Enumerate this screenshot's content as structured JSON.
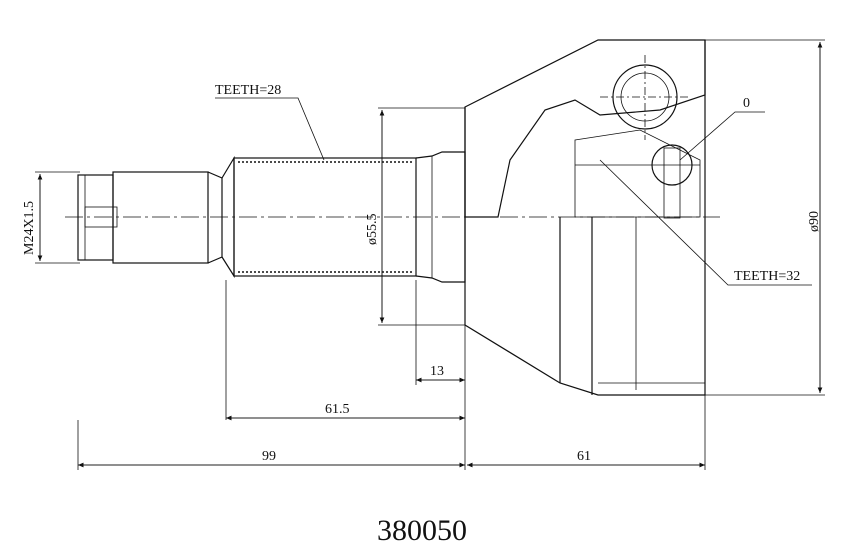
{
  "part_number": "380050",
  "labels": {
    "teeth_outer": "TEETH=28",
    "teeth_inner": "TEETH=32",
    "thread": "M24X1.5",
    "shaft_dia": "ø55.5",
    "body_dia": "ø90",
    "ring_label": "0"
  },
  "dimensions": {
    "shoulder": "13",
    "shaft_length": "61.5",
    "total_left": "99",
    "body_length": "61"
  }
}
